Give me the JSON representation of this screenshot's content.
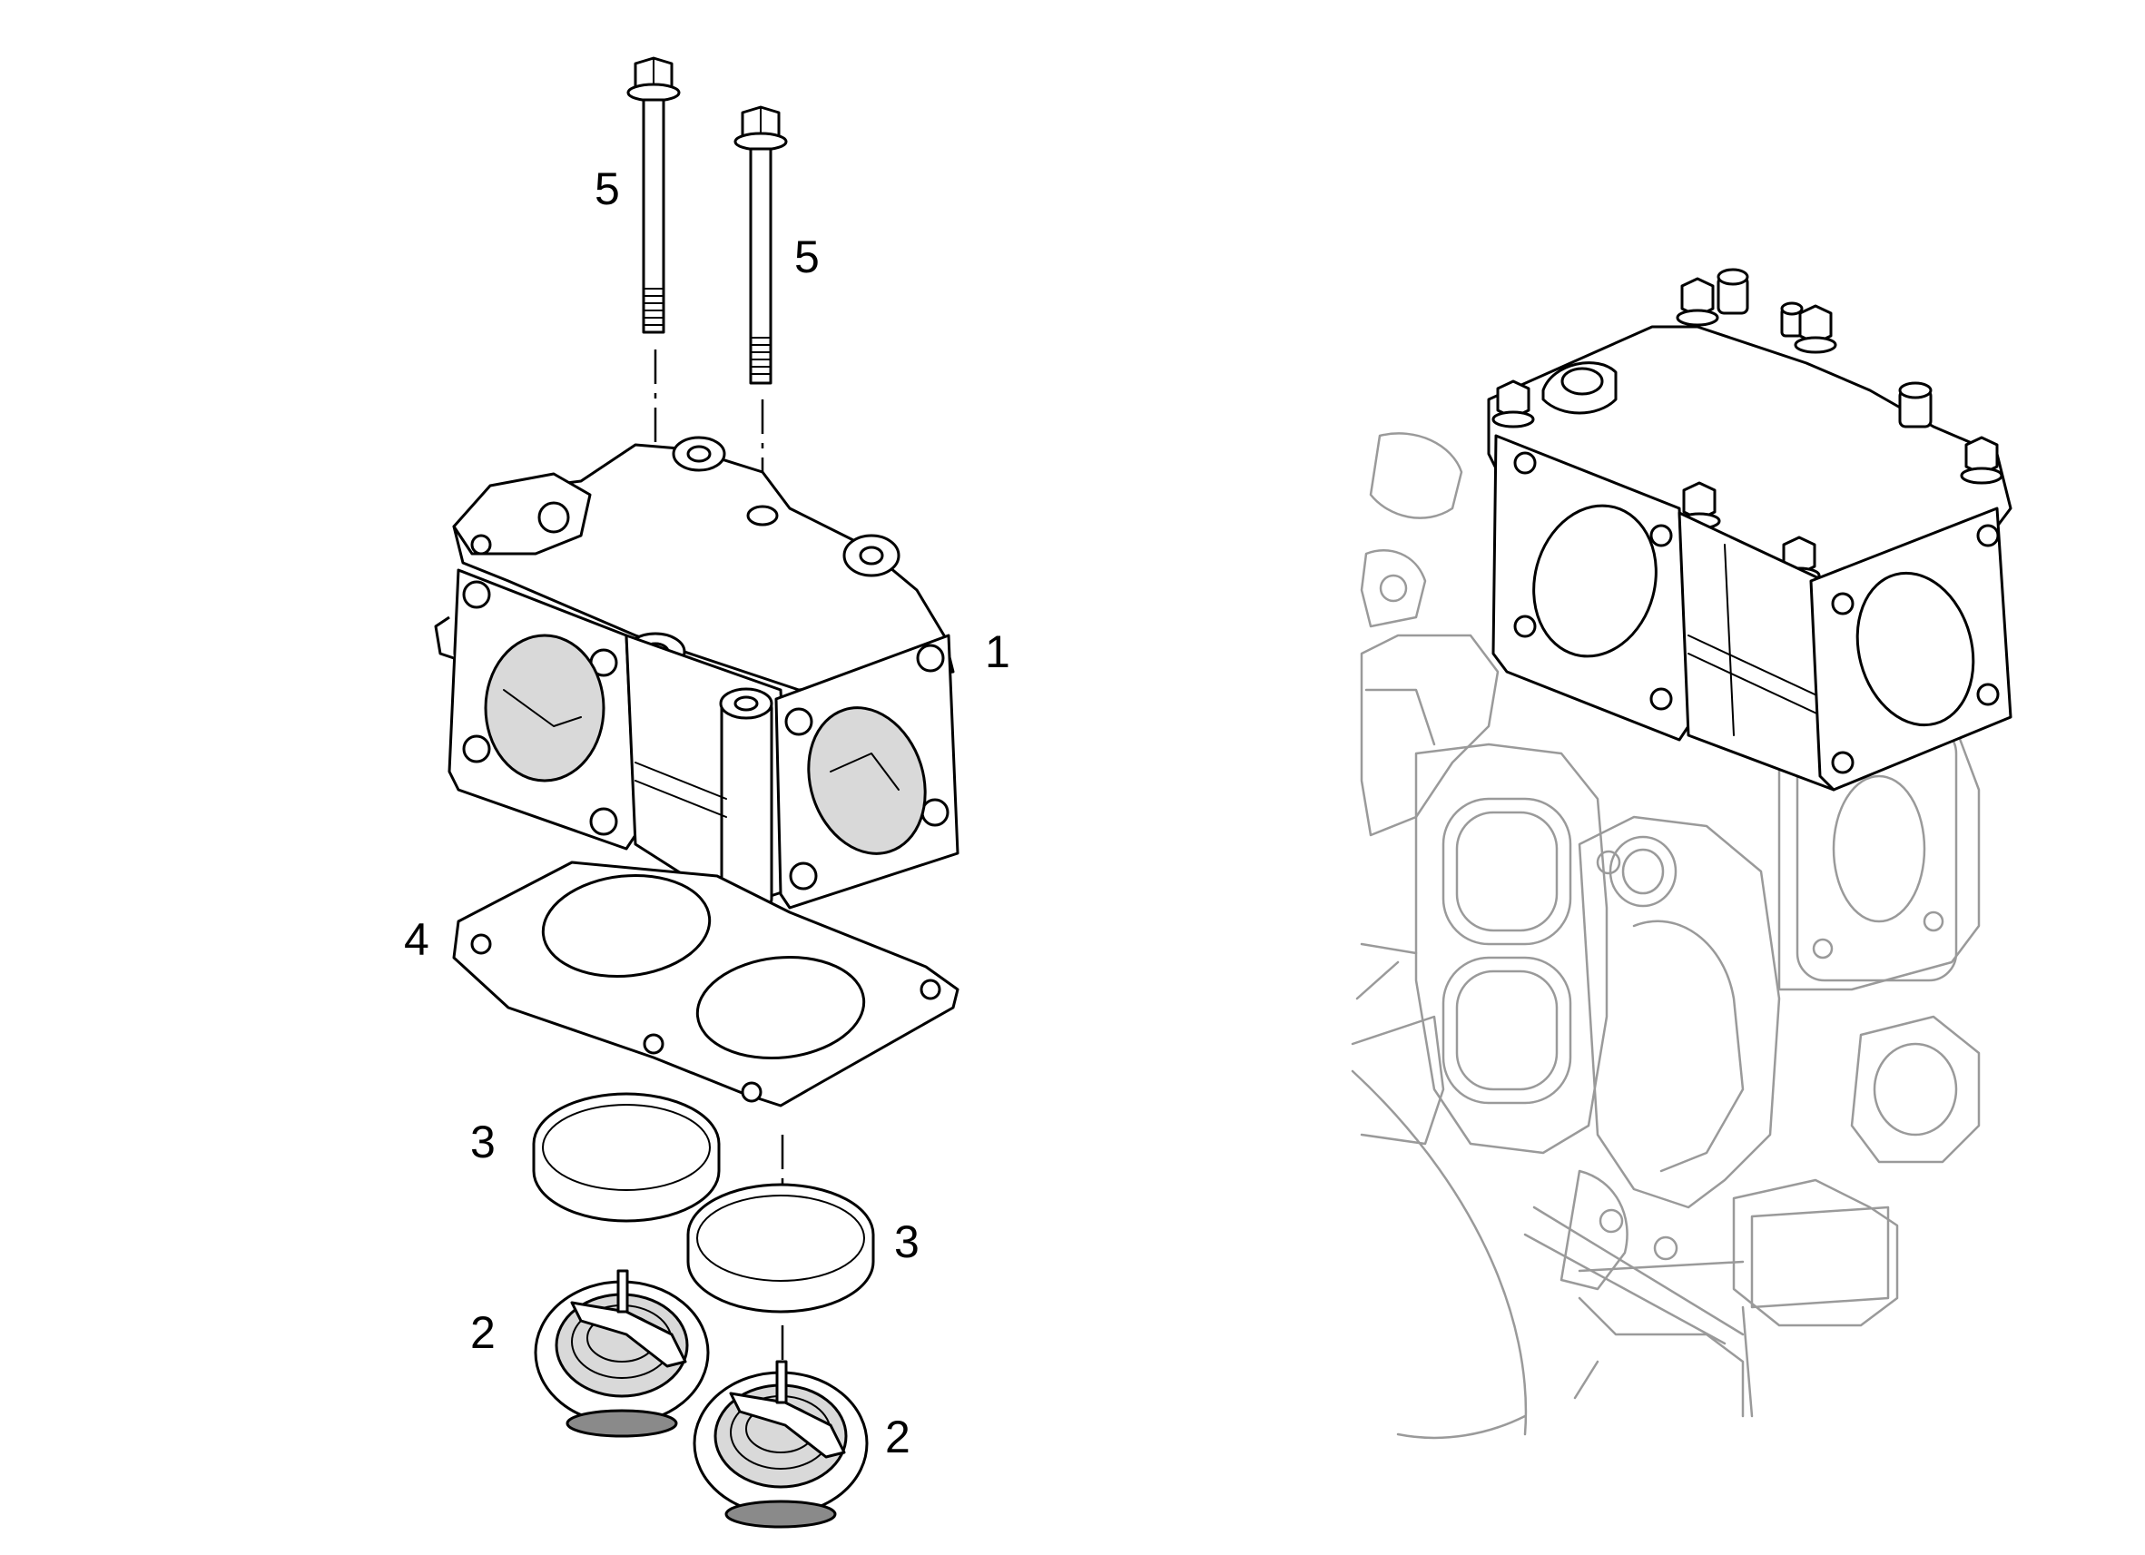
{
  "callouts": {
    "housing": "1",
    "thermostat_left": "2",
    "thermostat_right": "2",
    "seal_ring_left": "3",
    "seal_ring_right": "3",
    "gasket": "4",
    "bolt_left": "5",
    "bolt_right": "5"
  }
}
